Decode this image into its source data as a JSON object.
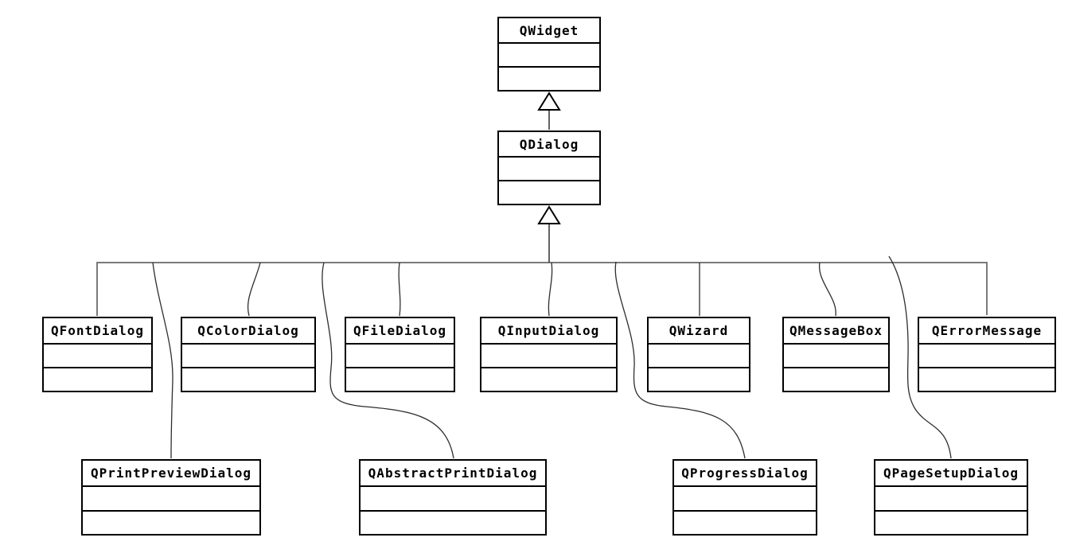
{
  "diagram": {
    "kind": "uml-class-inheritance-diagram",
    "root_class": "QWidget"
  },
  "classes": [
    {
      "id": "qwidget",
      "name": "QWidget"
    },
    {
      "id": "qdialog",
      "name": "QDialog"
    },
    {
      "id": "qfontdialog",
      "name": "QFontDialog"
    },
    {
      "id": "qcolordialog",
      "name": "QColorDialog"
    },
    {
      "id": "qfiledialog",
      "name": "QFileDialog"
    },
    {
      "id": "qinputdialog",
      "name": "QInputDialog"
    },
    {
      "id": "qwizard",
      "name": "QWizard"
    },
    {
      "id": "qmessagebox",
      "name": "QMessageBox"
    },
    {
      "id": "qerrormessage",
      "name": "QErrorMessage"
    },
    {
      "id": "qprintpreviewdialog",
      "name": "QPrintPreviewDialog"
    },
    {
      "id": "qabstractprintdialog",
      "name": "QAbstractPrintDialog"
    },
    {
      "id": "qprogressdialog",
      "name": "QProgressDialog"
    },
    {
      "id": "qpagesetupdialog",
      "name": "QPageSetupDialog"
    }
  ],
  "relationships": [
    {
      "type": "inheritance",
      "parent": "QWidget",
      "child": "QDialog"
    },
    {
      "type": "inheritance",
      "parent": "QDialog",
      "child": "QFontDialog"
    },
    {
      "type": "inheritance",
      "parent": "QDialog",
      "child": "QColorDialog"
    },
    {
      "type": "inheritance",
      "parent": "QDialog",
      "child": "QFileDialog"
    },
    {
      "type": "inheritance",
      "parent": "QDialog",
      "child": "QInputDialog"
    },
    {
      "type": "inheritance",
      "parent": "QDialog",
      "child": "QWizard"
    },
    {
      "type": "inheritance",
      "parent": "QDialog",
      "child": "QMessageBox"
    },
    {
      "type": "inheritance",
      "parent": "QDialog",
      "child": "QErrorMessage"
    },
    {
      "type": "inheritance",
      "parent": "QDialog",
      "child": "QPrintPreviewDialog"
    },
    {
      "type": "inheritance",
      "parent": "QDialog",
      "child": "QAbstractPrintDialog"
    },
    {
      "type": "inheritance",
      "parent": "QDialog",
      "child": "QProgressDialog"
    },
    {
      "type": "inheritance",
      "parent": "QDialog",
      "child": "QPageSetupDialog"
    }
  ],
  "colors": {
    "background": "#ffffff",
    "box_border": "#000000",
    "text": "#000000",
    "bus_line": "#7a7a7a",
    "connector_line": "#2e2e2e"
  }
}
